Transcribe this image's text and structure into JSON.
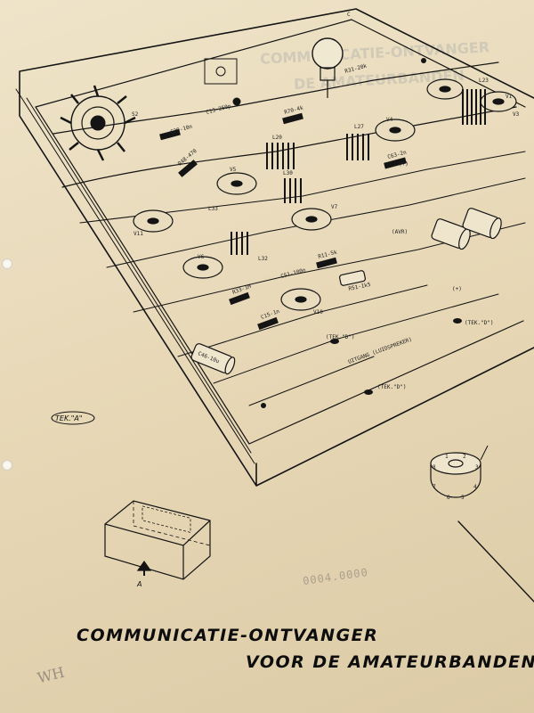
{
  "title": {
    "line1": "COMMUNICATIE-ONTVANGER",
    "line2": "VOOR DE AMATEURBANDEN"
  },
  "ghost_text": {
    "line1": "COMMUNICATIE-ONTVANGER",
    "line2": "DE AMATEURBANDEN"
  },
  "corner_mark": "C",
  "figure_tag": "TEK.\"A\"",
  "view_arrow_label": "A",
  "pencil_initials": "WH",
  "stamped_number": "0004.0000",
  "tubes": [
    "V1",
    "V3",
    "V4",
    "V5",
    "V6",
    "V7",
    "V10",
    "V11"
  ],
  "coils": [
    "L20",
    "L23",
    "L27",
    "L30",
    "L32",
    "L33"
  ],
  "switch_label": "S2",
  "terminal_labels": {
    "avr": "(AVR)",
    "plus_1": "(+)",
    "plus_2": "(+)",
    "tek_d_1": "(TEK.\"D\")",
    "tek_d_2": "(TEK.\"D\")",
    "tek_d_3": "(TEK.\"D\")",
    "speaker": "UITGANG (LUIDSPREKER)"
  },
  "component_labels": [
    "C29-10n",
    "R70-4k",
    "C13-250p",
    "R31-20k",
    "C63-2n",
    "R33-1M",
    "C15-1n",
    "R11-5k",
    "C46-10u",
    "R51-1k5",
    "C51-100n",
    "R48-470"
  ],
  "socket_pins": [
    "1",
    "2",
    "3",
    "4",
    "5",
    "6",
    "7",
    "8"
  ],
  "colors": {
    "paper": "#e9dcbf",
    "ink": "#141414",
    "ghost": "#5a6e8c"
  }
}
